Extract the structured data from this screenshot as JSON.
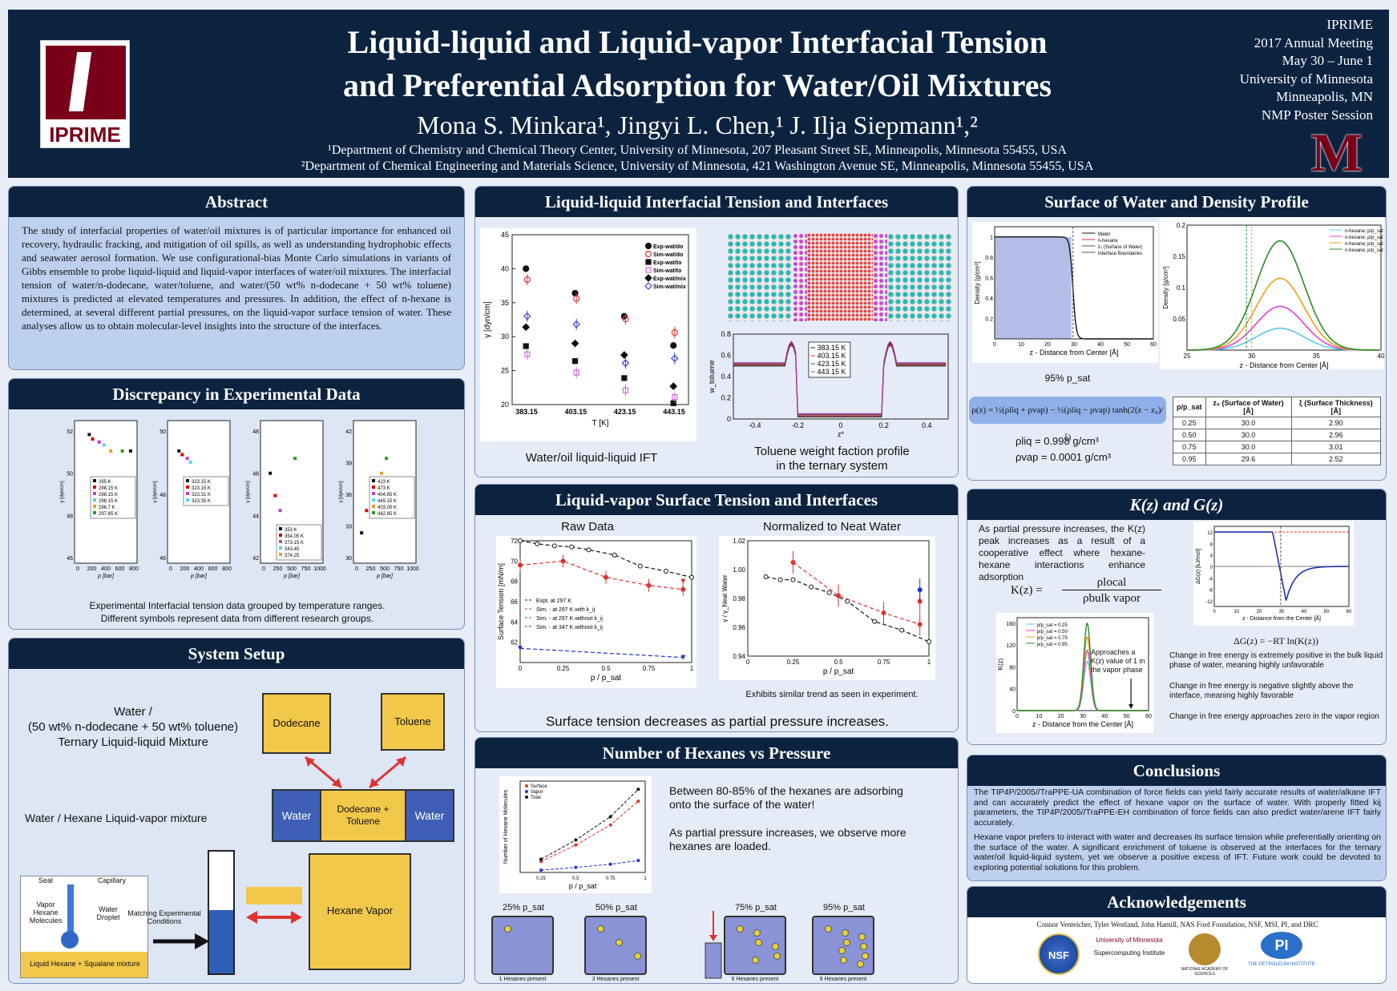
{
  "header": {
    "logo_text": "IPRIME",
    "title_line1": "Liquid-liquid and Liquid-vapor Interfacial Tension",
    "title_line2": "and Preferential Adsorption for Water/Oil Mixtures",
    "authors": "Mona S. Minkara¹, Jingyi L. Chen,¹ J. Ilja Siepmann¹,²",
    "affil1": "¹Department of Chemistry and Chemical Theory Center, University of Minnesota, 207 Pleasant Street SE, Minneapolis, Minnesota 55455, USA",
    "affil2": "²Department of Chemical Engineering and Materials Science, University of Minnesota, 421 Washington Avenue SE, Minneapolis, Minnesota 55455, USA",
    "conference": [
      "IPRIME",
      "2017 Annual Meeting",
      "May 30 – June 1",
      "University of Minnesota",
      "Minneapolis, MN",
      "NMP Poster Session"
    ],
    "umn_mark": "M"
  },
  "abstract": {
    "title": "Abstract",
    "text": "The study of interfacial properties of water/oil mixtures is of particular importance for enhanced oil recovery, hydraulic fracking, and mitigation of oil spills, as well as understanding hydrophobic effects and seawater aerosol formation. We use configurational-bias Monte Carlo simulations in variants of Gibbs ensemble to probe liquid-liquid and liquid-vapor interfaces of water/oil mixtures. The interfacial tension of water/n-dodecane, water/toluene, and water/(50 wt% n-dodecane + 50 wt% toluene) mixtures is predicted at elevated temperatures and pressures. In addition, the effect of n-hexane is determined, at several different partial pressures, on the liquid-vapor surface tension of water. These analyses allow us to obtain molecular-level insights into the structure of the interfaces."
  },
  "discrepancy": {
    "title": "Discrepancy in Experimental Data",
    "caption1": "Experimental Interfacial tension data grouped by temperature ranges.",
    "caption2": "Different  symbols represent data from different research groups.",
    "ylabel": "γ [dyn/cm]",
    "xlabel": "p [bar]",
    "panels": [
      {
        "ticks_y": [
          "52",
          "50",
          "48",
          "46"
        ],
        "ticks_x": [
          "0",
          "200",
          "400",
          "600",
          "800"
        ],
        "legend": [
          "295 K",
          "298.15 K",
          "298.15 K",
          "298.15 K",
          "296.7 K",
          "297.85 K"
        ]
      },
      {
        "ticks_y": [
          "50",
          "48",
          "46"
        ],
        "ticks_x": [
          "0",
          "200",
          "400",
          "600",
          "800"
        ],
        "legend": [
          "323.15 K",
          "323.15 K",
          "323.31 K",
          "323.35 K"
        ]
      },
      {
        "ticks_y": [
          "48",
          "46",
          "44",
          "42"
        ],
        "ticks_x": [
          "0",
          "250",
          "500",
          "750",
          "1000"
        ],
        "legend": [
          "353 K",
          "354.05 K",
          "373.15 K",
          "343.45",
          "374.25"
        ]
      },
      {
        "ticks_y": [
          "42",
          "39",
          "36",
          "33",
          "30"
        ],
        "ticks_x": [
          "0",
          "250",
          "500",
          "750",
          "1000"
        ],
        "legend": [
          "423 K",
          "473 K",
          "404.85 K",
          "449.15 K",
          "403.05 K",
          "442.85 K"
        ]
      }
    ]
  },
  "system_setup": {
    "title": "System Setup",
    "ternary_label": [
      "Water /",
      "(50 wt% n-dodecane + 50 wt% toluene)",
      "Ternary Liquid-liquid Mixture"
    ],
    "box_dodecane": "Dodecane",
    "box_toluene": "Toluene",
    "slab_left": "Water",
    "slab_mid": "Dodecane + Toluene",
    "slab_right": "Water",
    "hexane_label": "Water / Hexane Liquid-vapor mixture",
    "seal": "Seal",
    "capillary": "Capillary",
    "vapor_molecules": "Vapor Hexane Molecules",
    "water_droplet": "Water Droplet",
    "liquid_mixture": "Liquid Hexane + Squalane mixture",
    "matching": "Matching Experimental Conditions",
    "hexane_vapor": "Hexane Vapor"
  },
  "ll_ift": {
    "title": "Liquid-liquid Interfacial Tension and Interfaces",
    "caption_left": "Water/oil liquid-liquid IFT",
    "caption_right_1": "Toluene weight faction profile",
    "caption_right_2": "in the ternary system",
    "ylabel": "γ [dyn/cm]",
    "xlabel": "T [K]",
    "profile_ylabel": "w_toluene",
    "profile_xlabel": "z*",
    "profile_legend": [
      "383.15 K",
      "403.15 K",
      "423.15 K",
      "443.15 K"
    ],
    "profile_xticks": [
      "-0.4",
      "-0.2",
      "0",
      "0.2",
      "0.4"
    ],
    "profile_yticks": [
      "0",
      "0.2",
      "0.4",
      "0.6",
      "0.8"
    ]
  },
  "lv_st": {
    "title": "Liquid-vapor Surface Tension and Interfaces",
    "raw_title": "Raw Data",
    "norm_title": "Normalized to Neat Water",
    "raw_ylabel": "Surface Tension [mN/m]",
    "raw_xlabel": "p / p_sat",
    "norm_ylabel": "γ / γ_Neat Water",
    "norm_caption": "Exhibits similar trend as seen in experiment.",
    "conclusion": "Surface tension decreases as partial pressure increases.",
    "raw_legend": [
      "Expt. at 297 K",
      "Sim. - at 297 K with k_ij",
      "Sim. - at 297 K without k_ij",
      "Sim. - at 347 K without k_ij"
    ]
  },
  "hexanes": {
    "title": "Number of Hexanes vs Pressure",
    "text1": "Between 80-85% of the hexanes are adsorbing onto the surface of the water!",
    "text2": "As partial pressure increases, we observe more hexanes are loaded.",
    "ylabel": "Number of Hexane Molecules",
    "xlabel": "p / p_sat",
    "legend": [
      "Surface",
      "Vapor",
      "Total"
    ],
    "snapshots": [
      {
        "label": "25% p_sat",
        "caption": "1 Hexanes present"
      },
      {
        "label": "50% p_sat",
        "caption": "3 Hexanes present"
      },
      {
        "label": "75% p_sat",
        "caption": "6 Hexanes present"
      },
      {
        "label": "95% p_sat",
        "caption": "9 Hexanes present"
      }
    ]
  },
  "density": {
    "title": "Surface of Water and Density Profile",
    "ylabel": "Density [g/cm³]",
    "xlabel": "z - Distance from Center [Å]",
    "left_legend": [
      "Water",
      "n-hexane",
      "z₀ (Surface of Water)",
      "Interface Boundaries"
    ],
    "right_legend": [
      "n-hexane; p/p_sat = 0.25",
      "n-hexane; p/p_sat = 0.50",
      "n-hexane; p/p_sat = 0.75",
      "n-hexane; p/p_sat = 0.95"
    ],
    "pct_label": "95% p_sat",
    "equation": "ρ(z) = ½(ρliq + ρvap) − ½(ρliq − ρvap) tanh(2(z − z₀)/ξ)",
    "rho_liq": "ρliq = 0.998 g/cm³",
    "rho_vap": "ρvap = 0.0001 g/cm³",
    "table_headers": [
      "p/p_sat",
      "z₀ (Surface of Water) [Å]",
      "ξ (Surface Thickness) [Å]"
    ],
    "table_rows": [
      [
        "0.25",
        "30.0",
        "2.90"
      ],
      [
        "0.50",
        "30.0",
        "2.96"
      ],
      [
        "0.75",
        "30.0",
        "3.01"
      ],
      [
        "0.95",
        "29.6",
        "2.52"
      ]
    ]
  },
  "kz": {
    "title": "K(z) and G(z)",
    "text": "As partial pressure increases, the K(z) peak increases as a result of a cooperative effect where hexane-hexane interactions enhance adsorption",
    "kformula_lhs": "K(z) =",
    "kformula_num": "ρlocal",
    "kformula_den": "ρbulk vapor",
    "approach": "Approaches a K(z) value of 1 in the vapor phase",
    "gformula": "ΔG(z) = −RT ln(K(z))",
    "g1": "Change in free energy is extremely positive in the bulk liquid phase of water, meaning highly unfavorable",
    "g2": "Change in free energy is negative slightly above the interface, meaning highly favorable",
    "g3": "Change in free energy approaches zero in the vapor region",
    "k_ylabel": "K(z)",
    "g_ylabel": "ΔG(z) [kJ/mol]",
    "xlabel": "z - Distance from the Center [Å]",
    "k_legend": [
      "p/p_sat = 0.25",
      "p/p_sat = 0.50",
      "p/p_sat = 0.75",
      "p/p_sat = 0.95"
    ]
  },
  "conclusions": {
    "title": "Conclusions",
    "p1": "The TIP4P/2005//TraPPE-UA combination of force fields can yield fairly accurate results of water/alkane IFT and can accurately predict the effect of hexane vapor on the surface of water. With properly fitted kij parameters, the TIP4P/2005//TraPPE-EH combination of force fields can also predict water/arene IFT fairly accurately.",
    "p2": "Hexane vapor prefers to interact with water and decreases its surface tension while preferentially orienting on the surface of the water. A significant enrichment of toluene is observed at the interfaces for the ternary water/oil liquid-liquid system, yet we observe a positive excess of IFT. Future work could be devoted to exploring potential solutions for this problem."
  },
  "acknowledgements": {
    "title": "Acknowledgements",
    "text": "Connor Venteicher, Tyler Westland, John Hamill, NAS Ford Foundation, NSF, MSI, PI, and DRC",
    "logos": [
      "NSF",
      "University of Minnesota",
      "Supercomputing Institute",
      "NATIONAL ACADEMY OF SCIENCES",
      "PI",
      "THE PETROLEUM INSTITUTE"
    ]
  },
  "colors": {
    "navy": "#0c2340",
    "maroon": "#7a0019",
    "panel_bg": "#dde6f4",
    "box_yellow": "#f2c84b",
    "slab_blue": "#3e5fb5"
  },
  "chart_data": [
    {
      "type": "scatter",
      "title": "",
      "xlabel": "T [K]",
      "ylabel": "γ [dyn/cm]",
      "x": [
        383.15,
        403.15,
        423.15,
        443.15
      ],
      "ylim": [
        20,
        45
      ],
      "series": [
        {
          "name": "Exp-wat/do",
          "values": [
            40.0,
            36.4,
            33.0,
            28.7
          ]
        },
        {
          "name": "Sim-wat/do",
          "values": [
            38.4,
            35.6,
            32.6,
            30.6
          ]
        },
        {
          "name": "Exp-wat/to",
          "values": [
            28.6,
            26.4,
            23.9,
            20.2
          ]
        },
        {
          "name": "Sim-wat/to",
          "values": [
            27.4,
            24.7,
            22.1,
            21.1
          ]
        },
        {
          "name": "Exp-wat/mix",
          "values": [
            31.4,
            29.0,
            27.3,
            22.7
          ]
        },
        {
          "name": "Sim-wat/mix",
          "values": [
            33.0,
            31.8,
            26.1,
            26.8
          ]
        }
      ]
    },
    {
      "type": "line",
      "title": "Raw Data",
      "xlabel": "p / p_sat",
      "ylabel": "Surface Tension [mN/m]",
      "ylim": [
        60,
        72
      ],
      "series": [
        {
          "name": "Expt. at 297 K",
          "x": [
            0,
            0.1,
            0.2,
            0.3,
            0.4,
            0.55,
            0.7,
            0.85,
            1.0
          ],
          "values": [
            72.0,
            71.7,
            71.5,
            71.4,
            71.1,
            70.6,
            69.5,
            69.0,
            68.4
          ]
        },
        {
          "name": "Sim. - at 297 K with k_ij",
          "x": [
            0,
            0.25,
            0.5,
            0.75,
            0.95
          ],
          "values": [
            69.6,
            70.0,
            68.4,
            67.6,
            67.2
          ]
        },
        {
          "name": "Sim. - at 297 K without k_ij",
          "x": [
            0.95
          ],
          "values": [
            68.0
          ]
        },
        {
          "name": "Sim. - at 347 K without k_ij",
          "x": [
            0,
            0.95
          ],
          "values": [
            61.4,
            60.5
          ]
        }
      ]
    },
    {
      "type": "line",
      "title": "Normalized to Neat Water",
      "xlabel": "p / p_sat",
      "ylabel": "γ / γ_Neat Water",
      "ylim": [
        0.94,
        1.02
      ],
      "series": [
        {
          "name": "Expt.",
          "x": [
            0.1,
            0.18,
            0.25,
            0.35,
            0.45,
            0.55,
            0.7,
            0.85,
            1.0
          ],
          "values": [
            0.995,
            0.993,
            0.993,
            0.988,
            0.984,
            0.978,
            0.964,
            0.958,
            0.95
          ]
        },
        {
          "name": "Sim. with k_ij",
          "x": [
            0.25,
            0.5,
            0.75,
            0.95
          ],
          "values": [
            1.005,
            0.982,
            0.97,
            0.962
          ]
        },
        {
          "name": "Sim. without k_ij",
          "x": [
            0.95
          ],
          "values": [
            0.978
          ]
        },
        {
          "name": "Sim. 347 K",
          "x": [
            0.95
          ],
          "values": [
            0.986
          ]
        }
      ]
    },
    {
      "type": "line",
      "title": "",
      "xlabel": "p / p_sat",
      "ylabel": "Number of Hexane Molecules",
      "x": [
        0.25,
        0.5,
        0.75,
        0.95
      ],
      "ylim": [
        0,
        10
      ],
      "series": [
        {
          "name": "Surface",
          "values": [
            1.2,
            3.0,
            5.2,
            7.8
          ]
        },
        {
          "name": "Vapor",
          "values": [
            0.25,
            0.55,
            0.9,
            1.3
          ]
        },
        {
          "name": "Total",
          "values": [
            1.45,
            3.55,
            6.1,
            9.1
          ]
        }
      ]
    }
  ]
}
